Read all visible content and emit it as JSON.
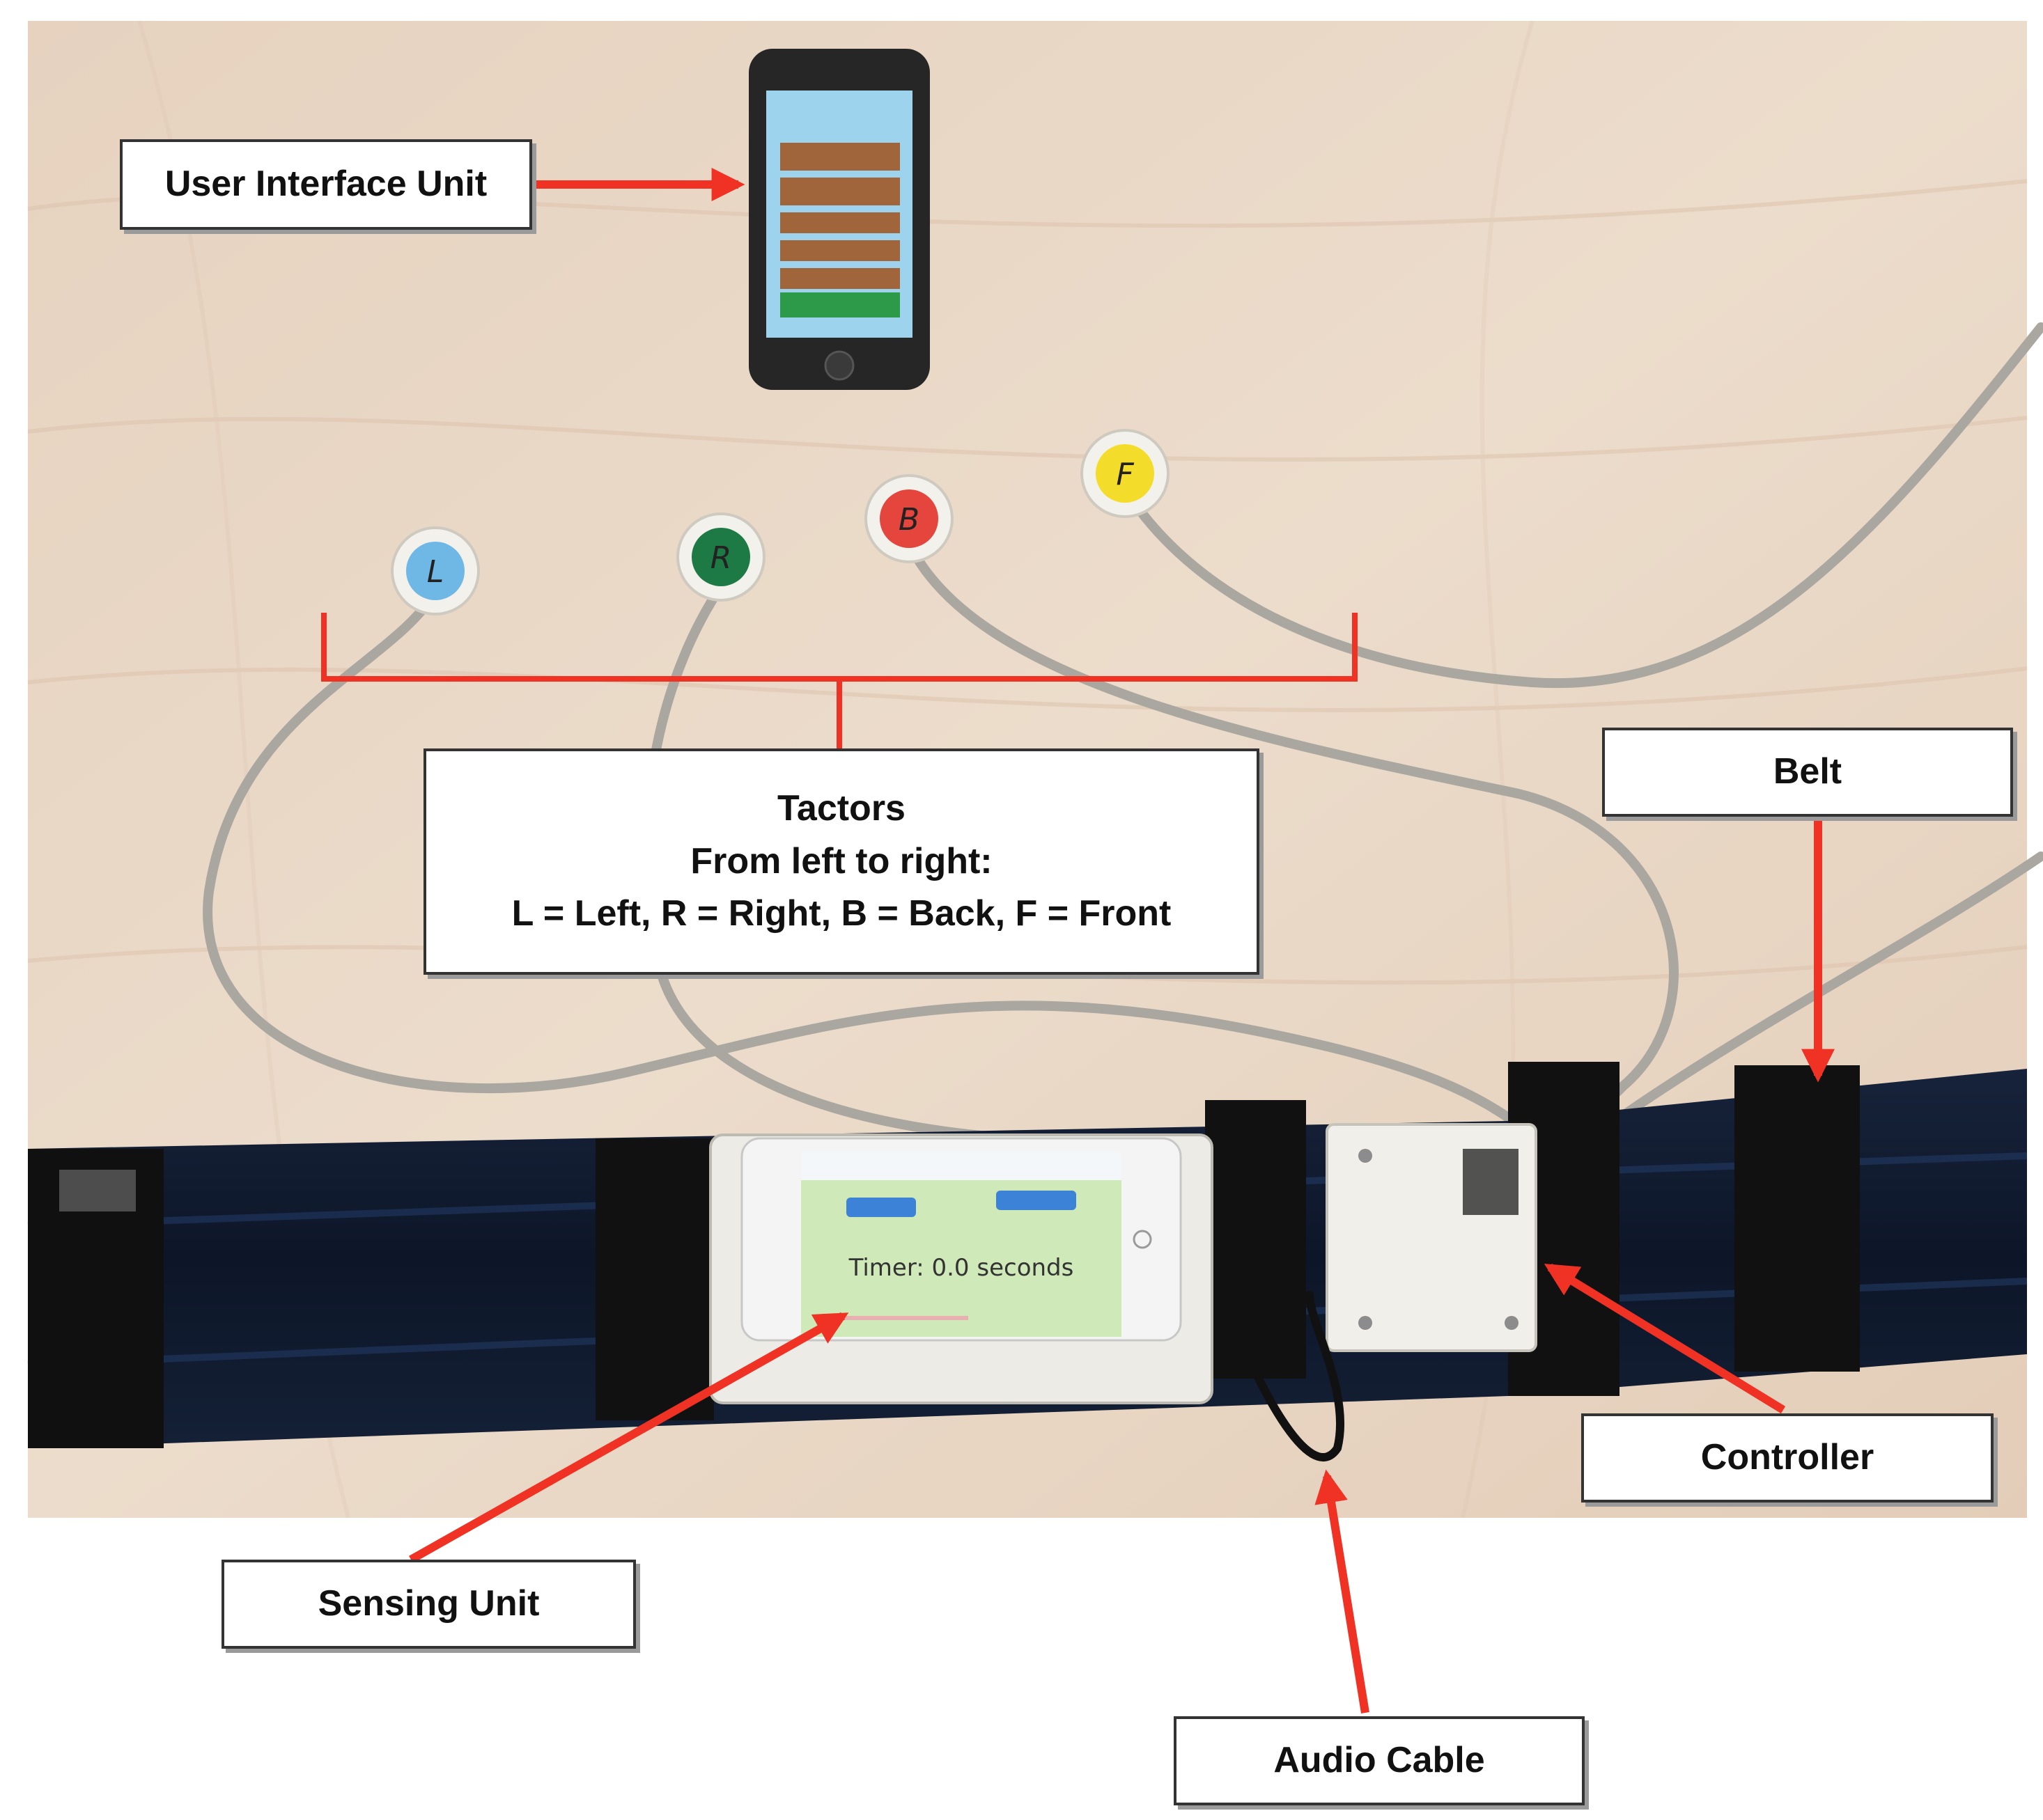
{
  "colors": {
    "table": "#e9d7c6",
    "belt": "#0f1a2e",
    "arrow": "#f03225",
    "label_border": "#333333"
  },
  "callouts": {
    "user_interface_unit": "User Interface Unit",
    "tactors": {
      "line1": "Tactors",
      "line2": "From left to right:",
      "line3": "L = Left, R = Right, B = Back, F = Front"
    },
    "belt": "Belt",
    "controller": "Controller",
    "sensing_unit": "Sensing Unit",
    "audio_cable": "Audio Cable"
  },
  "tactors": [
    {
      "letter": "L",
      "color": "#6fb8e6"
    },
    {
      "letter": "R",
      "color": "#1e7a45"
    },
    {
      "letter": "B",
      "color": "#e4453c"
    },
    {
      "letter": "F",
      "color": "#f4dc2a"
    }
  ],
  "sensing_screen": {
    "timer": "Timer: 0.0 seconds"
  }
}
